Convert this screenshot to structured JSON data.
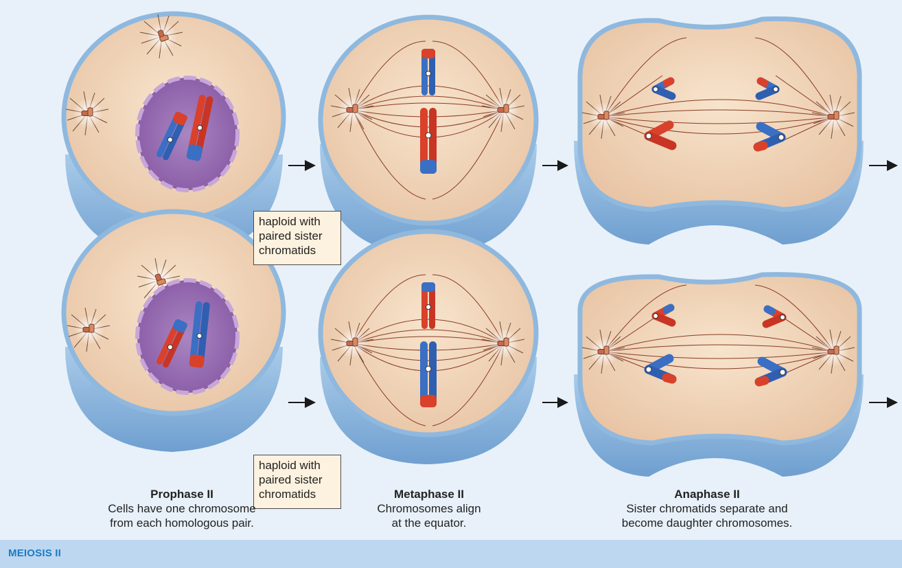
{
  "notes": {
    "top": "haploid with\npaired sister\nchromatids",
    "bottom": "haploid with\npaired sister\nchromatids"
  },
  "captions": {
    "prophase": {
      "title": "Prophase II",
      "desc": "Cells have one chromosome\nfrom each homologous pair."
    },
    "metaphase": {
      "title": "Metaphase II",
      "desc": "Chromosomes align\nat the equator."
    },
    "anaphase": {
      "title": "Anaphase II",
      "desc": "Sister chromatids separate and\nbecome daughter chromosomes."
    }
  },
  "section_label": "MEIOSIS II",
  "colors": {
    "background": "#e8f1f9",
    "cytoplasm": "#f1d8bd",
    "membrane": "#8fb8de",
    "nucleus": "#9a6fb0",
    "red_chromosome": "#d9412b",
    "blue_chromosome": "#3a6fc4",
    "section_bar": "#bcd7ef",
    "section_text": "#1b7bc4"
  }
}
